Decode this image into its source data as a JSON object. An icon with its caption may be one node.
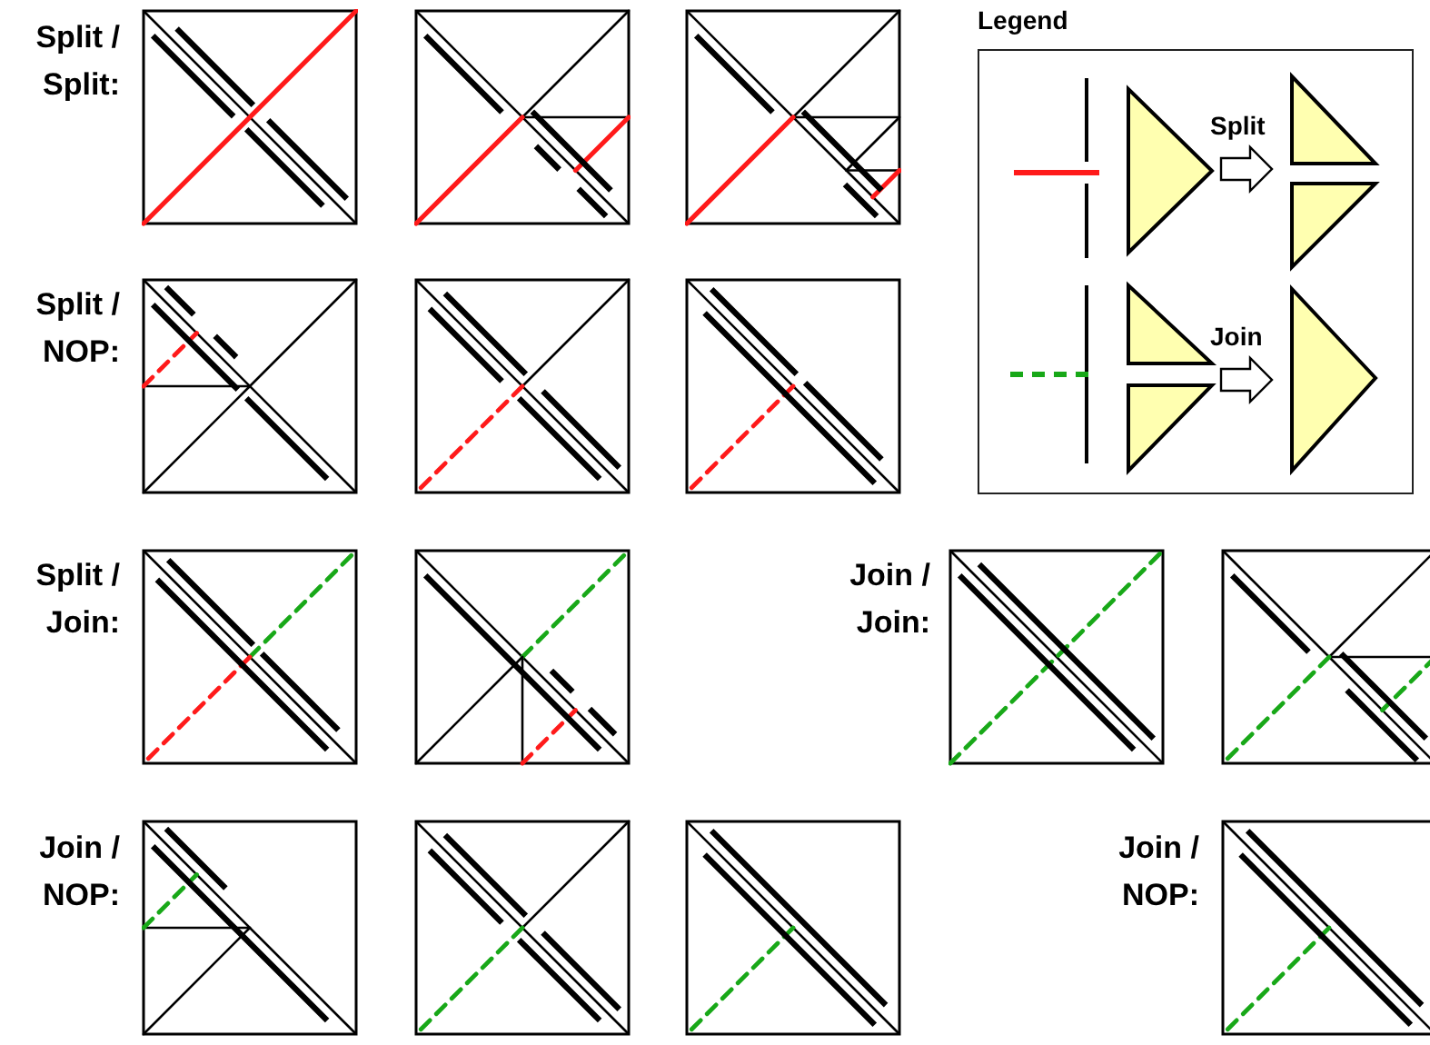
{
  "diagram": {
    "labels": [
      "Split / Split:",
      "Legend",
      "Split / NOP:",
      "Split / Join:",
      "Join / Join:",
      "Join / NOP:",
      "Join / NOP:"
    ],
    "legend": [
      {
        "text": "Split"
      },
      {
        "text": "Join"
      }
    ]
  }
}
